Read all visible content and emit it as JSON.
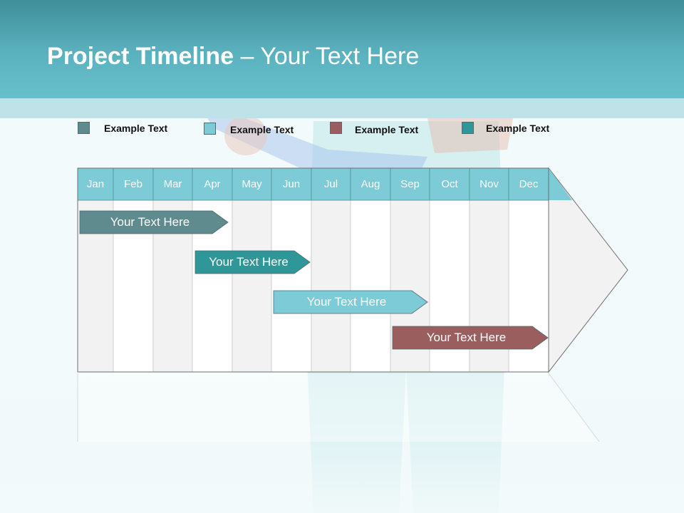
{
  "title": {
    "bold": "Project Timeline",
    "rest": " – Your Text Here"
  },
  "legend": [
    {
      "label": "Example Text",
      "color": "#5f8b8f"
    },
    {
      "label": "Example Text",
      "color": "#7ccbd6"
    },
    {
      "label": "Example Text",
      "color": "#9a5e5e"
    },
    {
      "label": "Example Text",
      "color": "#2f9797"
    }
  ],
  "months": [
    "Jan",
    "Feb",
    "Mar",
    "Apr",
    "May",
    "Jun",
    "Jul",
    "Aug",
    "Sep",
    "Oct",
    "Nov",
    "Dec"
  ],
  "tasks": [
    {
      "label": "Your  Text Here",
      "color": "#5f8b8f",
      "start_month": "Jan",
      "end_month": "Apr"
    },
    {
      "label": "Your  Text Here",
      "color": "#2f9797",
      "start_month": "Apr",
      "end_month": "Jun"
    },
    {
      "label": "Your  Text Here",
      "color": "#7ccbd6",
      "start_month": "Jun",
      "end_month": "Sep"
    },
    {
      "label": "Your  Text Here",
      "color": "#9a5e5e",
      "start_month": "Sep",
      "end_month": "Dec"
    }
  ],
  "colors": {
    "header": "#5bb2bf",
    "month_header": "#7ccbd6"
  }
}
